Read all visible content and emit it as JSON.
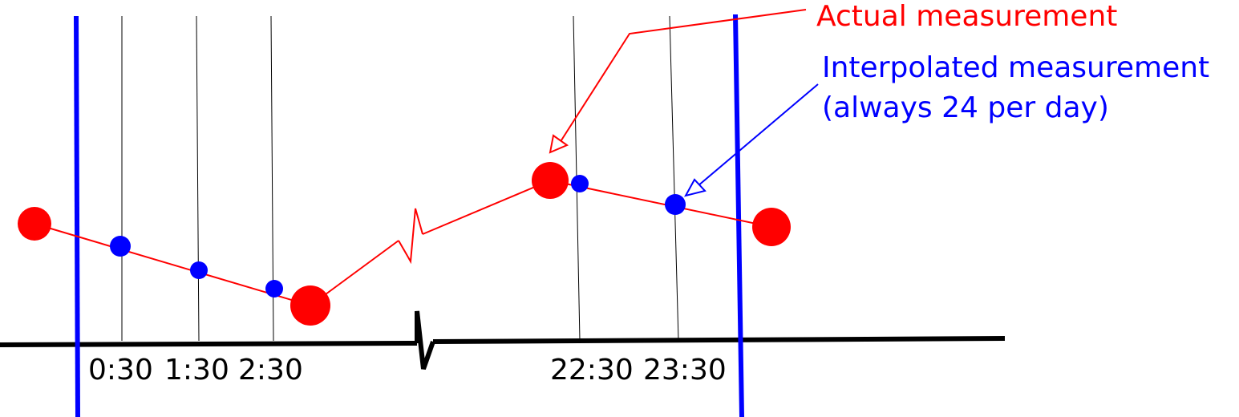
{
  "colors": {
    "actual": "#ff0000",
    "interpolated": "#0000ff",
    "axis": "#000000",
    "background": "#ffffff"
  },
  "ticks": [
    "0:30",
    "1:30",
    "2:30",
    "22:30",
    "23:30"
  ],
  "annotations": {
    "actual": "Actual measurement",
    "interpolated_line1": "Interpolated measurement",
    "interpolated_line2": "(always 24 per day)"
  },
  "legend": {
    "actual_marker": "large red dot",
    "interpolated_marker": "small blue dot"
  }
}
